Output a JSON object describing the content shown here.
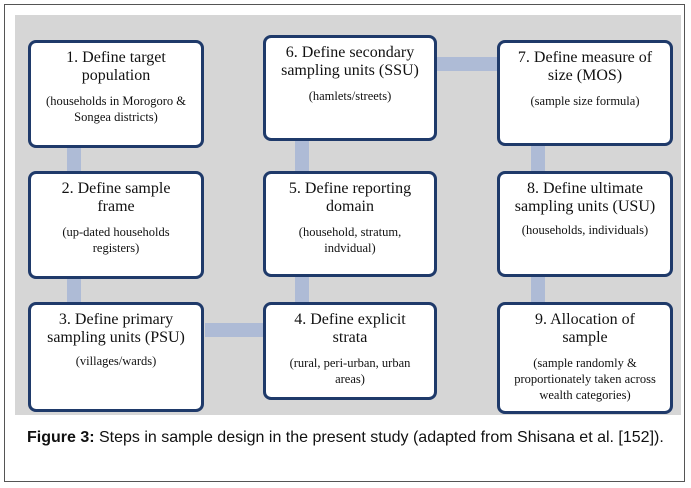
{
  "diagram": {
    "boxes": [
      {
        "title": "1. Define target population",
        "detail": "(households in Morogoro & Songea districts)"
      },
      {
        "title": "2. Define sample frame",
        "detail": "(up-dated households registers)"
      },
      {
        "title": "3. Define primary sampling units (PSU)",
        "detail": "(villages/wards)"
      },
      {
        "title": "4. Define explicit strata",
        "detail": "(rural, peri-urban, urban areas)"
      },
      {
        "title": "5. Define reporting domain",
        "detail": "(household, stratum, indvidual)"
      },
      {
        "title": "6. Define secondary sampling units (SSU)",
        "detail": "(hamlets/streets)"
      },
      {
        "title": "7. Define measure of size (MOS)",
        "detail": "(sample size formula)"
      },
      {
        "title": "8. Define ultimate sampling units (USU)",
        "detail": "(households, individuals)"
      },
      {
        "title": "9. Allocation of sample",
        "detail": "(sample randomly & proportionately taken across wealth categories)"
      }
    ]
  },
  "caption": {
    "label": "Figure 3:",
    "text": " Steps in sample design in the present study (adapted from Shisana et al. [152])."
  }
}
